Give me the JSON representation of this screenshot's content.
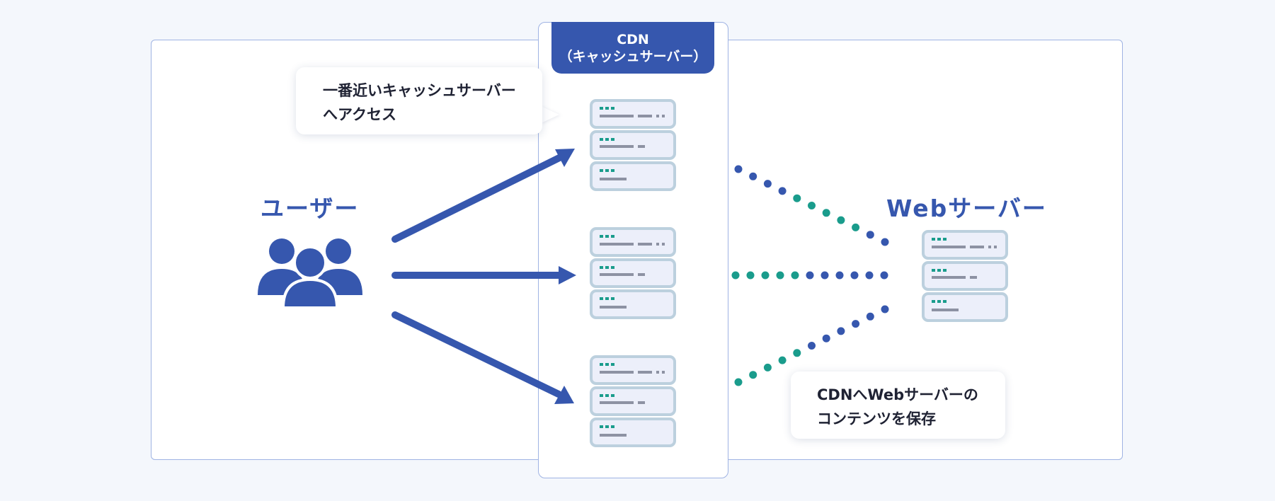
{
  "cdn": {
    "title_line1": "CDN",
    "title_line2": "（キャッシュサーバー）"
  },
  "user": {
    "label": "ユーザー"
  },
  "webserver": {
    "label": "Webサーバー"
  },
  "bubbles": {
    "access_line1": "一番近いキャッシュサーバー",
    "access_line2": "へアクセス",
    "store_line1": "CDNへWebサーバーの",
    "store_line2": "コンテンツを保存"
  },
  "colors": {
    "primary": "#3657ae",
    "teal": "#1a9c8c",
    "frame": "#9fb3e3",
    "server_fill": "#eceffa",
    "server_border": "#bcd0de"
  },
  "icons": {
    "user": "users-group-icon",
    "server": "server-stack-icon"
  }
}
